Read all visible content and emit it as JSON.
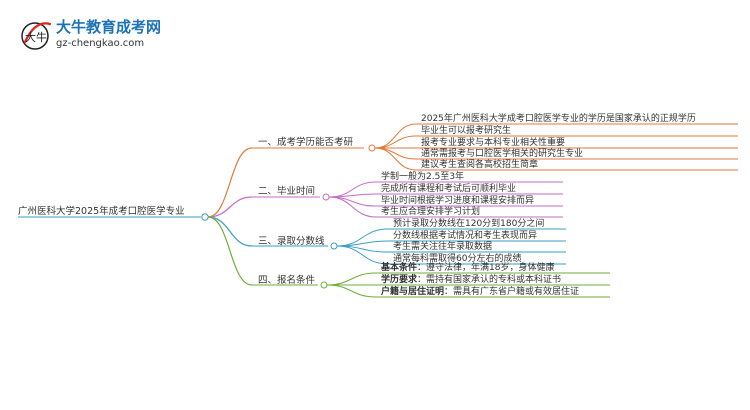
{
  "site": {
    "name": "大牛教育成考网",
    "url": "gz-chengkao.com",
    "logo_text": "大牛"
  },
  "mindmap": {
    "root": "广州医科大学2025年成考口腔医学专业",
    "branches": [
      {
        "label": "一、成考学历能否考研",
        "color": "#e07a3a",
        "leaves": [
          {
            "text": "2025年广州医科大学成考口腔医学专业的学历是国家承认的正规学历"
          },
          {
            "text": "毕业生可以报考研究生"
          },
          {
            "text": "报考专业要求与本科专业相关性重要"
          },
          {
            "text": "通常需报考与口腔医学相关的研究生专业"
          },
          {
            "text": "建议考生查阅各高校招生简章"
          }
        ]
      },
      {
        "label": "二、毕业时间",
        "color": "#c66bc5",
        "leaves": [
          {
            "text": "学制一般为2.5至3年"
          },
          {
            "text": "完成所有课程和考试后可顺利毕业"
          },
          {
            "text": "毕业时间根据学习进度和课程安排而异"
          },
          {
            "text": "考生应合理安排学习计划"
          }
        ]
      },
      {
        "label": "三、录取分数线",
        "color": "#3a9ec2",
        "leaves": [
          {
            "text": "预计录取分数线在120分到180分之间"
          },
          {
            "text": "分数线根据考试情况和考生表现而异"
          },
          {
            "text": "考生需关注往年录取数据"
          },
          {
            "text": "通常每科需取得60分左右的成绩"
          }
        ]
      },
      {
        "label": "四、报名条件",
        "color": "#6fae3a",
        "leaves": [
          {
            "key": "基本条件",
            "text": "：遵守法律，年满18岁，身体健康"
          },
          {
            "key": "学历要求",
            "text": "：需持有国家承认的专科或本科证书"
          },
          {
            "key": "户籍与居住证明",
            "text": "：需具有广东省户籍或有效居住证"
          }
        ]
      }
    ]
  }
}
